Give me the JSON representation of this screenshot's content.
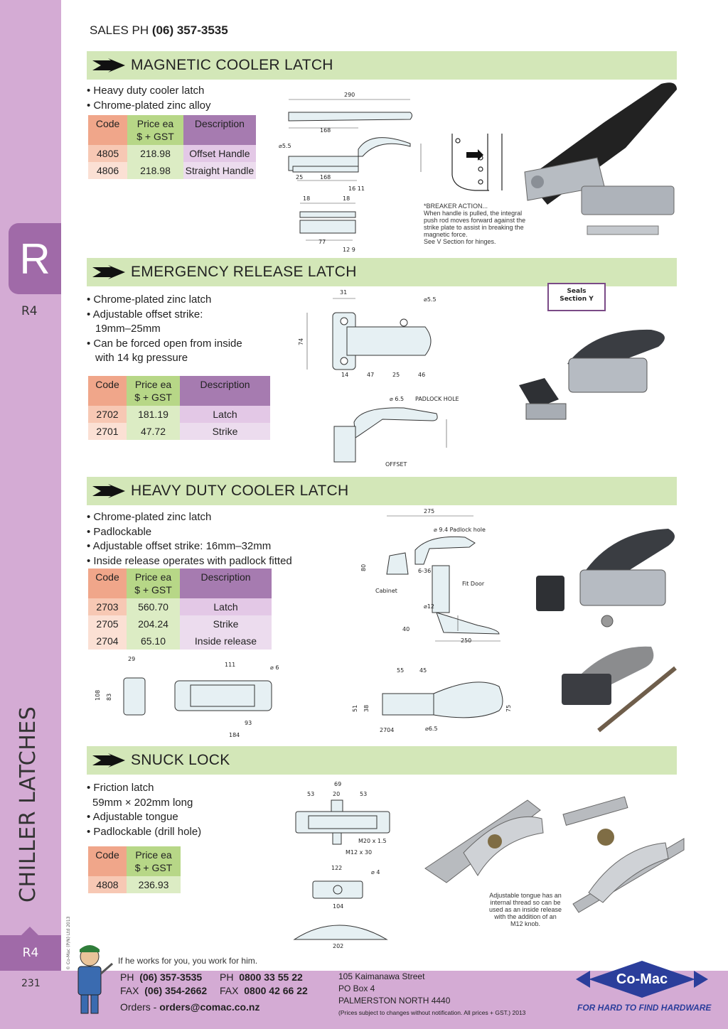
{
  "header": {
    "sales_label": "SALES  PH",
    "sales_phone": "(06) 357-3535"
  },
  "sidebar": {
    "tab_letter": "R",
    "tab_code_top": "R4",
    "section_title": "CHILLER LATCHES",
    "tab_code_bottom": "R4",
    "page_number": "231",
    "copyright": "© Co-Mac (P/N) Ltd 2013"
  },
  "table_headers": {
    "code": "Code",
    "price": "Price ea\n$ + GST",
    "description": "Description"
  },
  "sections": {
    "magnetic": {
      "title": "MAGNETIC COOLER LATCH",
      "bullets": [
        "• Heavy duty cooler latch",
        "• Chrome-plated zinc alloy"
      ],
      "rows": [
        {
          "code": "4805",
          "price": "218.98",
          "desc": "Offset Handle"
        },
        {
          "code": "4806",
          "price": "218.98",
          "desc": "Straight Handle"
        }
      ],
      "note": [
        "*BREAKER ACTION...",
        "When handle is pulled, the integral",
        "push rod moves forward against the",
        "strike plate to assist in breaking the",
        "magnetic force.",
        "See V Section for hinges."
      ]
    },
    "emergency": {
      "title": "EMERGENCY RELEASE LATCH",
      "bullets": [
        "• Chrome-plated zinc latch",
        "• Adjustable offset strike:",
        "  19mm–25mm",
        "• Can be forced open from inside",
        "  with 14 kg pressure"
      ],
      "rows": [
        {
          "code": "2702",
          "price": "181.19",
          "desc": "Latch"
        },
        {
          "code": "2701",
          "price": "47.72",
          "desc": "Strike"
        }
      ],
      "seals": [
        "Seals",
        "Section Y"
      ]
    },
    "heavy": {
      "title": "HEAVY DUTY COOLER LATCH",
      "bullets": [
        "• Chrome-plated zinc latch",
        "• Padlockable",
        "• Adjustable offset strike: 16mm–32mm",
        "• Inside release operates with padlock fitted"
      ],
      "rows": [
        {
          "code": "2703",
          "price": "560.70",
          "desc": "Latch"
        },
        {
          "code": "2705",
          "price": "204.24",
          "desc": "Strike"
        },
        {
          "code": "2704",
          "price": "65.10",
          "desc": "Inside release"
        }
      ]
    },
    "snuck": {
      "title": "SNUCK LOCK",
      "bullets": [
        "• Friction latch",
        "  59mm × 202mm long",
        "• Adjustable tongue",
        "• Padlockable (drill hole)"
      ],
      "rows": [
        {
          "code": "4808",
          "price": "236.93"
        }
      ],
      "note": [
        "Adjustable tongue has an",
        "internal thread so can be",
        "used as an inside release",
        "with the addition of an",
        "M12 knob."
      ]
    }
  },
  "footer": {
    "slogan": "If he works for you, you work for him.",
    "ph1_label": "PH",
    "ph1": "(06) 357-3535",
    "fax1_label": "FAX",
    "fax1": "(06) 354-2662",
    "ph2_label": "PH",
    "ph2": "0800 33 55 22",
    "fax2_label": "FAX",
    "fax2": "0800 42 66 22",
    "orders_label": "Orders -",
    "orders_email": "orders@comac.co.nz",
    "address": [
      "105 Kaimanawa Street",
      "PO Box 4",
      "PALMERSTON NORTH 4440"
    ],
    "disclaimer": "(Prices subject to changes without notification.  All prices + GST.)  2013",
    "logo_text": "Co-Mac",
    "tagline": "FOR HARD TO FIND HARDWARE"
  },
  "colors": {
    "accent_purple": "#a06aa8",
    "band_purple": "#d4abd4",
    "title_green": "#d3e7b8",
    "logo_blue": "#2b3e9b"
  }
}
